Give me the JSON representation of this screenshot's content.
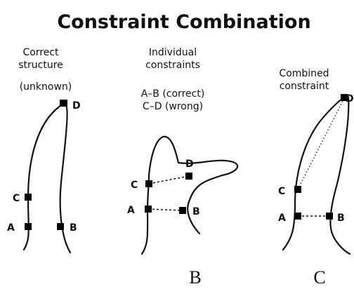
{
  "title": "Constraint Combination",
  "panels": [
    {
      "heading_lines": [
        "Correct",
        "structure"
      ],
      "subtitle_lines": [
        "(unknown)"
      ],
      "points": [
        "A",
        "B",
        "C",
        "D"
      ],
      "panel_letter": ""
    },
    {
      "heading_lines": [
        "Individual",
        "constraints"
      ],
      "subtitle_lines": [
        "A–B (correct)",
        "C–D (wrong)"
      ],
      "points": [
        "A",
        "B",
        "C",
        "D"
      ],
      "panel_letter": "B"
    },
    {
      "heading_lines": [
        "Combined",
        "constraint"
      ],
      "subtitle_lines": [],
      "points": [
        "A",
        "B",
        "C",
        "D"
      ],
      "panel_letter": "C"
    }
  ]
}
